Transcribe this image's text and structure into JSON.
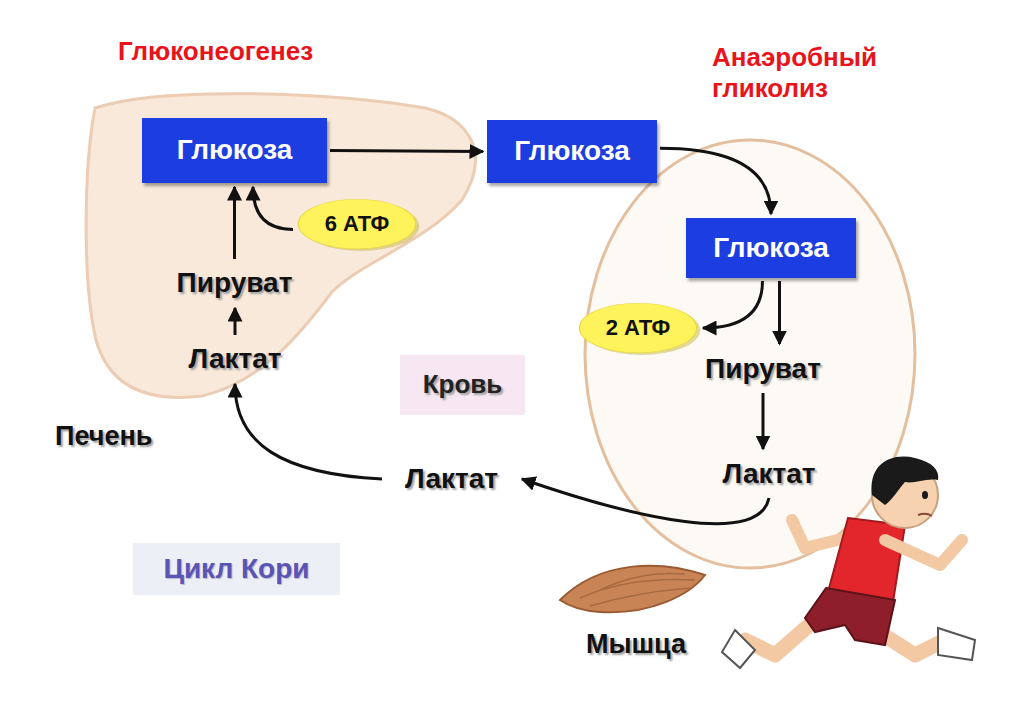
{
  "diagram": {
    "nodes": [
      {
        "text": [
          "Глюкоза"
        ]
      },
      {
        "text": [
          "Глюкоза"
        ]
      },
      {
        "text": [
          "6 АТФ"
        ]
      },
      {
        "text": [
          "Глюкоза"
        ]
      },
      {
        "text": [
          "Пируват"
        ]
      },
      {
        "text": [
          "2 АТФ"
        ]
      },
      {
        "text": [
          "Лактат"
        ]
      },
      {
        "text": [
          "Пируват"
        ]
      },
      {
        "text": [
          "Кровь"
        ]
      },
      {
        "text": [
          "Лактат"
        ]
      },
      {
        "text": [
          "Лактат"
        ]
      },
      {
        "text": [
          "Цикл Кори"
        ]
      }
    ],
    "edges": [
      {
        "from": 0,
        "to": 1,
        "arrow": "to"
      },
      {
        "from": 1,
        "to": 3,
        "arrow": "to"
      },
      {
        "from": 4,
        "to": 0,
        "arrow": "to"
      },
      {
        "from": 6,
        "to": 4,
        "arrow": "to"
      },
      {
        "from": 2,
        "to": 0,
        "arrow": "to"
      },
      {
        "from": 3,
        "to": 5,
        "arrow": "to"
      },
      {
        "from": 3,
        "to": 7,
        "arrow": "to"
      },
      {
        "from": 7,
        "to": 10,
        "arrow": "to"
      },
      {
        "from": 10,
        "to": 9,
        "arrow": "to"
      },
      {
        "from": 9,
        "to": 6,
        "arrow": "to"
      }
    ],
    "labels": [
      "Глюконеогенез",
      "Анаэробный гликолиз",
      "Печень",
      "Мышца"
    ]
  }
}
